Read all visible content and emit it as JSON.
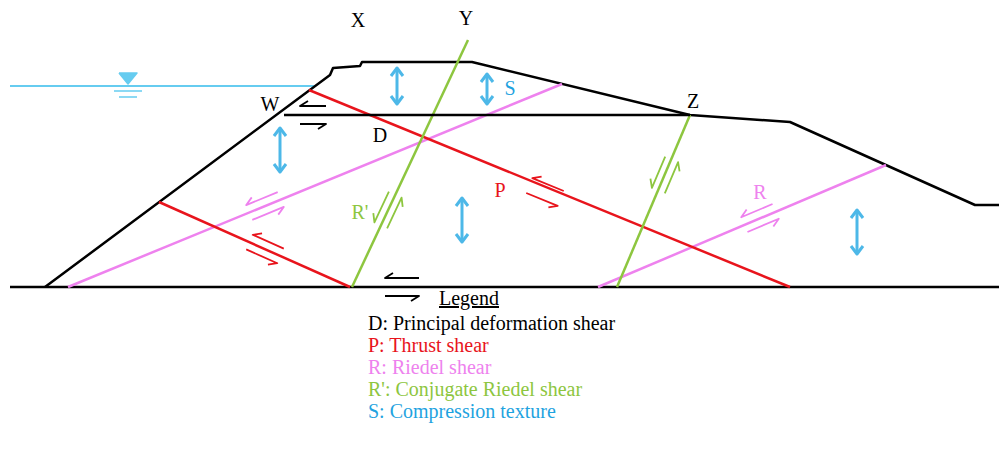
{
  "diagram": {
    "labels": [
      "X",
      "Y",
      "S",
      "W",
      "D",
      "Z",
      "P",
      "R'",
      "R",
      "Legend"
    ],
    "legend": [
      {
        "text": "D: Principal deformation shear",
        "color": "#000000"
      },
      {
        "text": "P: Thrust shear",
        "color": "#e8141c"
      },
      {
        "text": "R: Riedel shear",
        "color": "#ee82ee"
      },
      {
        "text": "R': Conjugate Riedel shear",
        "color": "#8dc63f"
      },
      {
        "text": "S: Compression texture",
        "color": "#1fa3e0"
      }
    ]
  }
}
